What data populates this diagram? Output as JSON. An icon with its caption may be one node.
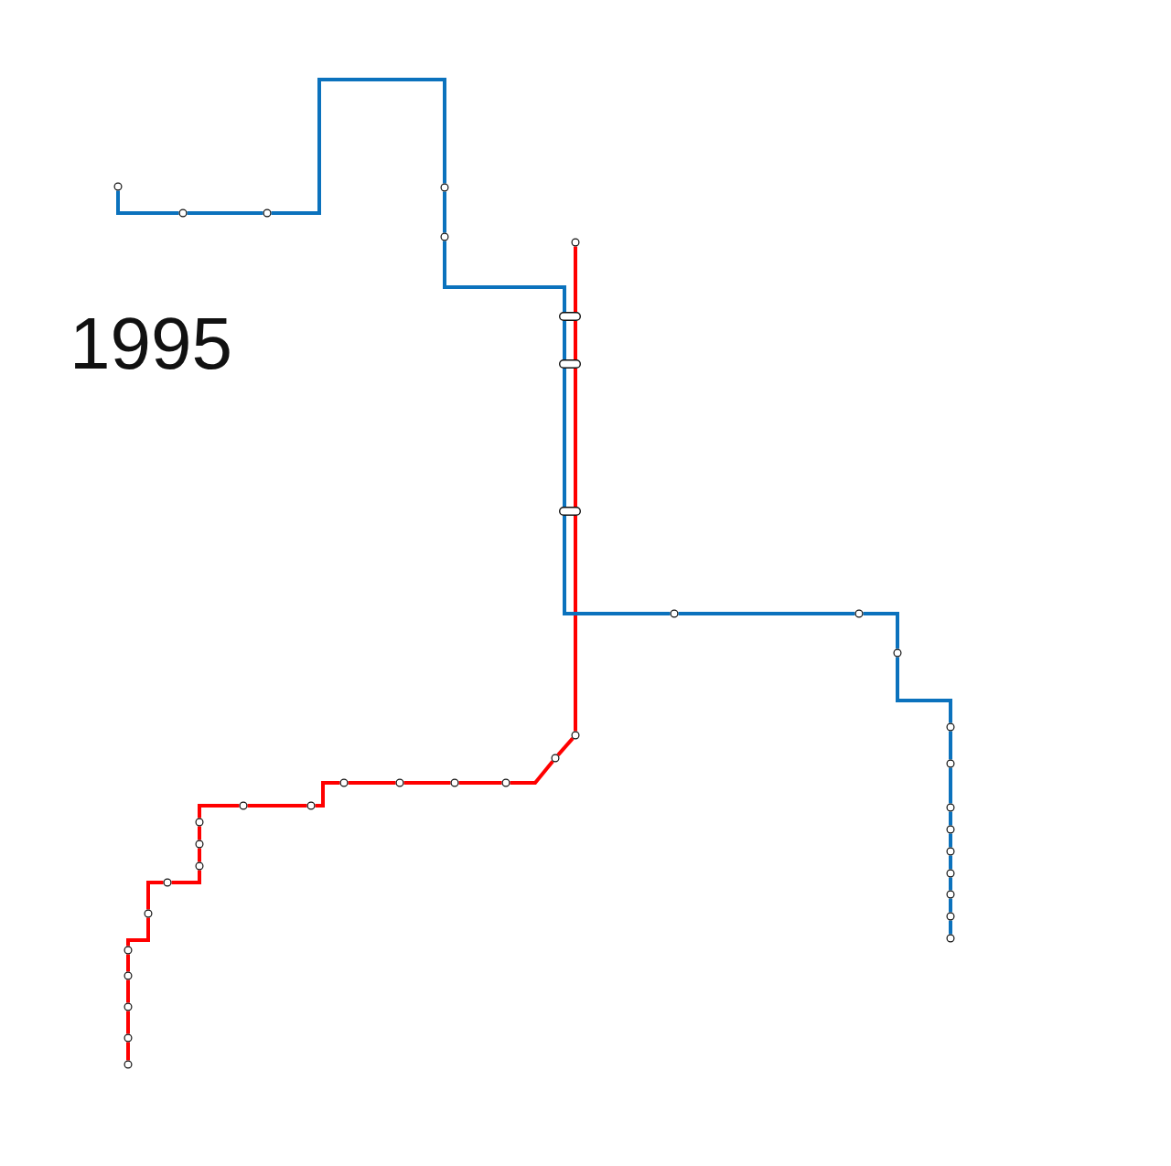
{
  "diagram": {
    "title": "1995",
    "nodes": [
      {
        "text": [],
        "shape": "circle"
      },
      {
        "text": [],
        "shape": "circle"
      },
      {
        "text": [],
        "shape": "circle"
      },
      {
        "text": [],
        "shape": "circle"
      },
      {
        "text": [],
        "shape": "circle"
      },
      {
        "text": [],
        "shape": "capsule"
      },
      {
        "text": [],
        "shape": "capsule"
      },
      {
        "text": [],
        "shape": "capsule"
      },
      {
        "text": [],
        "shape": "circle"
      },
      {
        "text": [],
        "shape": "circle"
      },
      {
        "text": [],
        "shape": "circle"
      },
      {
        "text": [],
        "shape": "circle"
      },
      {
        "text": [],
        "shape": "circle"
      },
      {
        "text": [],
        "shape": "circle"
      },
      {
        "text": [],
        "shape": "circle"
      },
      {
        "text": [],
        "shape": "circle"
      },
      {
        "text": [],
        "shape": "circle"
      },
      {
        "text": [],
        "shape": "circle"
      },
      {
        "text": [],
        "shape": "circle"
      },
      {
        "text": [],
        "shape": "circle"
      },
      {
        "text": [],
        "shape": "circle"
      },
      {
        "text": [],
        "shape": "circle"
      },
      {
        "text": [],
        "shape": "circle"
      },
      {
        "text": [],
        "shape": "circle"
      },
      {
        "text": [],
        "shape": "circle"
      },
      {
        "text": [],
        "shape": "circle"
      },
      {
        "text": [],
        "shape": "circle"
      },
      {
        "text": [],
        "shape": "circle"
      },
      {
        "text": [],
        "shape": "circle"
      },
      {
        "text": [],
        "shape": "circle"
      },
      {
        "text": [],
        "shape": "circle"
      },
      {
        "text": [],
        "shape": "circle"
      },
      {
        "text": [],
        "shape": "circle"
      },
      {
        "text": [],
        "shape": "circle"
      },
      {
        "text": [],
        "shape": "circle"
      },
      {
        "text": [],
        "shape": "circle"
      },
      {
        "text": [],
        "shape": "circle"
      },
      {
        "text": [],
        "shape": "circle"
      },
      {
        "text": [],
        "shape": "circle"
      }
    ],
    "edges": [
      {
        "from": 0,
        "to": 1,
        "arrow": "none",
        "color": "#0b72bd"
      },
      {
        "from": 1,
        "to": 2,
        "arrow": "none",
        "color": "#0b72bd"
      },
      {
        "from": 2,
        "to": 3,
        "arrow": "none",
        "color": "#0b72bd"
      },
      {
        "from": 3,
        "to": 4,
        "arrow": "none",
        "color": "#0b72bd"
      },
      {
        "from": 4,
        "to": 5,
        "arrow": "none",
        "color": "#0b72bd"
      },
      {
        "from": 5,
        "to": 6,
        "arrow": "none",
        "color": "#0b72bd"
      },
      {
        "from": 6,
        "to": 7,
        "arrow": "none",
        "color": "#0b72bd"
      },
      {
        "from": 7,
        "to": 8,
        "arrow": "none",
        "color": "#0b72bd"
      },
      {
        "from": 8,
        "to": 9,
        "arrow": "none",
        "color": "#0b72bd"
      },
      {
        "from": 9,
        "to": 10,
        "arrow": "none",
        "color": "#0b72bd"
      },
      {
        "from": 10,
        "to": 11,
        "arrow": "none",
        "color": "#0b72bd"
      },
      {
        "from": 11,
        "to": 12,
        "arrow": "none",
        "color": "#0b72bd"
      },
      {
        "from": 12,
        "to": 13,
        "arrow": "none",
        "color": "#0b72bd"
      },
      {
        "from": 13,
        "to": 14,
        "arrow": "none",
        "color": "#0b72bd"
      },
      {
        "from": 14,
        "to": 15,
        "arrow": "none",
        "color": "#0b72bd"
      },
      {
        "from": 15,
        "to": 16,
        "arrow": "none",
        "color": "#0b72bd"
      },
      {
        "from": 16,
        "to": 17,
        "arrow": "none",
        "color": "#0b72bd"
      },
      {
        "from": 17,
        "to": 18,
        "arrow": "none",
        "color": "#0b72bd"
      },
      {
        "from": 18,
        "to": 19,
        "arrow": "none",
        "color": "#0b72bd"
      },
      {
        "from": 20,
        "to": 5,
        "arrow": "none",
        "color": "#ff0000"
      },
      {
        "from": 5,
        "to": 6,
        "arrow": "none",
        "color": "#ff0000"
      },
      {
        "from": 6,
        "to": 7,
        "arrow": "none",
        "color": "#ff0000"
      },
      {
        "from": 7,
        "to": 21,
        "arrow": "none",
        "color": "#ff0000"
      },
      {
        "from": 21,
        "to": 22,
        "arrow": "none",
        "color": "#ff0000"
      },
      {
        "from": 22,
        "to": 23,
        "arrow": "none",
        "color": "#ff0000"
      },
      {
        "from": 23,
        "to": 24,
        "arrow": "none",
        "color": "#ff0000"
      },
      {
        "from": 24,
        "to": 25,
        "arrow": "none",
        "color": "#ff0000"
      },
      {
        "from": 25,
        "to": 26,
        "arrow": "none",
        "color": "#ff0000"
      },
      {
        "from": 26,
        "to": 27,
        "arrow": "none",
        "color": "#ff0000"
      },
      {
        "from": 27,
        "to": 28,
        "arrow": "none",
        "color": "#ff0000"
      },
      {
        "from": 28,
        "to": 29,
        "arrow": "none",
        "color": "#ff0000"
      },
      {
        "from": 29,
        "to": 30,
        "arrow": "none",
        "color": "#ff0000"
      },
      {
        "from": 30,
        "to": 31,
        "arrow": "none",
        "color": "#ff0000"
      },
      {
        "from": 31,
        "to": 32,
        "arrow": "none",
        "color": "#ff0000"
      },
      {
        "from": 32,
        "to": 33,
        "arrow": "none",
        "color": "#ff0000"
      },
      {
        "from": 33,
        "to": 34,
        "arrow": "none",
        "color": "#ff0000"
      },
      {
        "from": 34,
        "to": 35,
        "arrow": "none",
        "color": "#ff0000"
      },
      {
        "from": 35,
        "to": 36,
        "arrow": "none",
        "color": "#ff0000"
      },
      {
        "from": 36,
        "to": 37,
        "arrow": "none",
        "color": "#ff0000"
      },
      {
        "from": 37,
        "to": 38,
        "arrow": "none",
        "color": "#ff0000"
      }
    ]
  }
}
